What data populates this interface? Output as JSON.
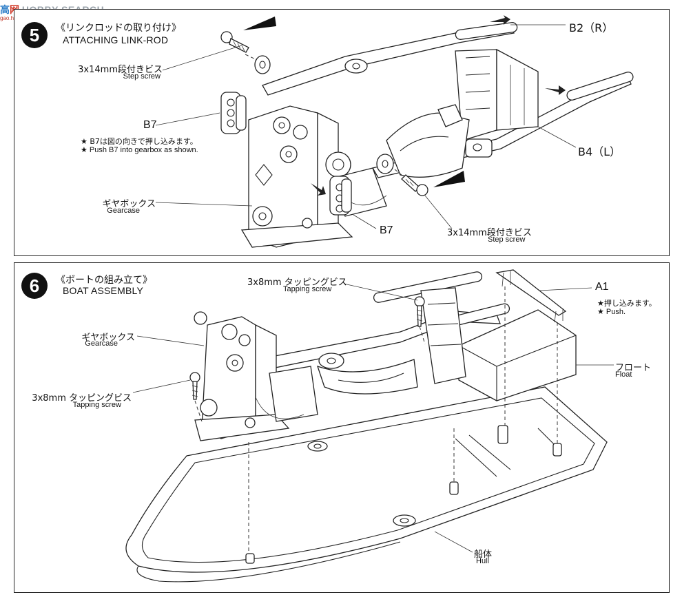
{
  "watermark": {
    "text_a": "高",
    "text_b": "网",
    "text_c": "HOBBY SEARCH",
    "sub": "gao.hobby.com"
  },
  "step5": {
    "number": "5",
    "title_jp": "《リンクロッドの取り付け》",
    "title_en": "ATTACHING LINK-ROD",
    "screw_top_jp": "3x14mm段付きビス",
    "screw_top_en": "Step screw",
    "b7_label": "B7",
    "b7_note_jp": "★ B7は図の向きで押し込みます。",
    "b7_note_en": "★ Push B7 into gearbox as shown.",
    "gearcase_jp": "ギヤボックス",
    "gearcase_en": "Gearcase",
    "b2_label": "B2（R）",
    "b4_label": "B4（L）",
    "b7_label_2": "B7",
    "screw_bottom_jp": "3x14mm段付きビス",
    "screw_bottom_en": "Step screw"
  },
  "step6": {
    "number": "6",
    "title_jp": "《ボートの組み立て》",
    "title_en": "BOAT ASSEMBLY",
    "tap_top_jp": "3x8mm タッピングビス",
    "tap_top_en": "Tapping screw",
    "gearcase_jp": "ギヤボックス",
    "gearcase_en": "Gearcase",
    "tap_left_jp": "3x8mm タッピングビス",
    "tap_left_en": "Tapping screw",
    "a1_label": "A1",
    "a1_note_jp": "★押し込みます。",
    "a1_note_en": "★ Push.",
    "float_jp": "フロート",
    "float_en": "Float",
    "hull_jp": "船体",
    "hull_en": "Hull"
  },
  "colors": {
    "line": "#222222",
    "badge": "#111111",
    "watermark_blue": "#2d7ec8",
    "watermark_red": "#d03a2a"
  }
}
